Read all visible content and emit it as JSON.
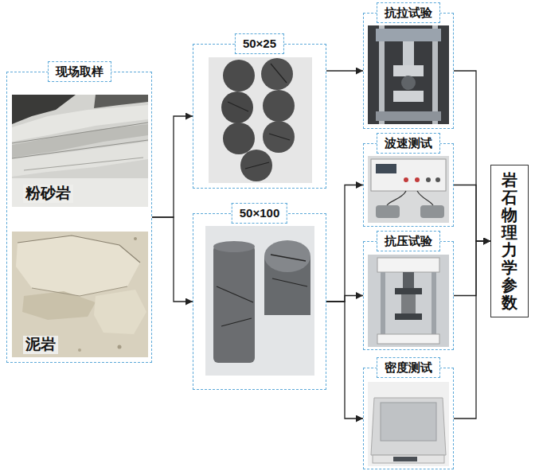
{
  "diagram": {
    "nodes": [
      {
        "text": [
          "现场取样"
        ]
      },
      {
        "text": [
          "粉砂岩"
        ],
        "in": 0
      },
      {
        "text": [
          "泥岩"
        ],
        "in": 0
      },
      {
        "text": [
          "50×25"
        ]
      },
      {
        "text": [
          "50×100"
        ]
      },
      {
        "text": [
          "抗拉试验"
        ]
      },
      {
        "text": [
          "波速测试"
        ]
      },
      {
        "text": [
          "抗压试验"
        ]
      },
      {
        "text": [
          "密度测试"
        ]
      },
      {
        "text": [
          "岩石物理力学参数"
        ]
      }
    ],
    "edges": [
      {
        "from": 0,
        "to": 3,
        "arrow": "to"
      },
      {
        "from": 0,
        "to": 4,
        "arrow": "to"
      },
      {
        "from": 3,
        "to": 5,
        "arrow": "to"
      },
      {
        "from": 4,
        "to": 6,
        "arrow": "to"
      },
      {
        "from": 4,
        "to": 7,
        "arrow": "to"
      },
      {
        "from": 4,
        "to": 8,
        "arrow": "to"
      },
      {
        "from": 5,
        "to": 9,
        "arrow": "to"
      },
      {
        "from": 6,
        "to": 9,
        "arrow": "to"
      },
      {
        "from": 7,
        "to": 9,
        "arrow": "to"
      },
      {
        "from": 8,
        "to": 9,
        "arrow": "to"
      }
    ]
  }
}
